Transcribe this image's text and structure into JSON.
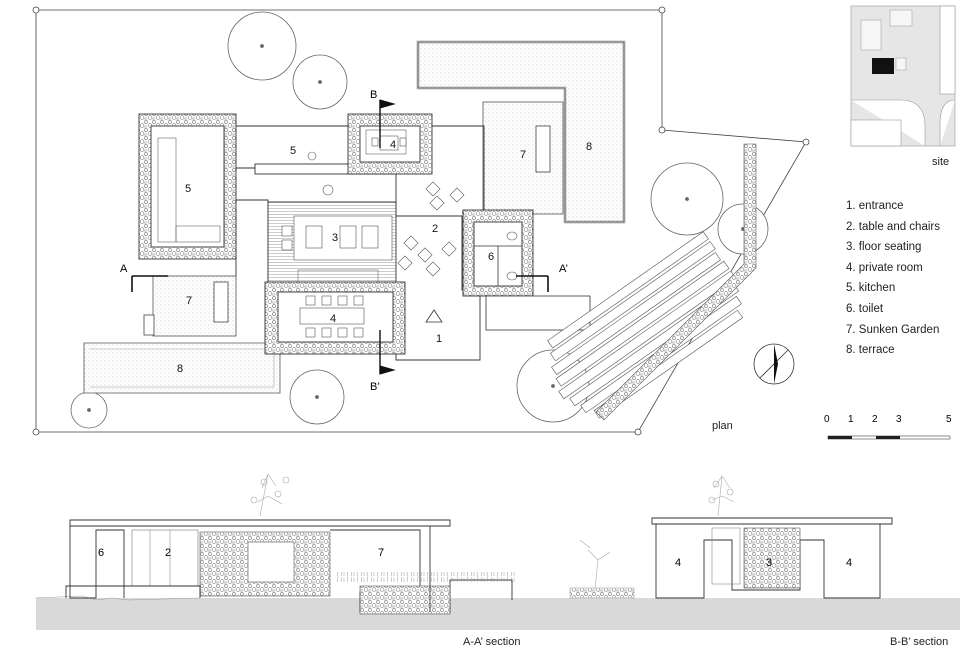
{
  "plan": {
    "caption": "plan",
    "rooms": [
      {
        "label": "1"
      },
      {
        "label": "2"
      },
      {
        "label": "3"
      },
      {
        "label": "4"
      },
      {
        "label": "4"
      },
      {
        "label": "5"
      },
      {
        "label": "5"
      },
      {
        "label": "6"
      },
      {
        "label": "7"
      },
      {
        "label": "7"
      },
      {
        "label": "8"
      },
      {
        "label": "8"
      }
    ],
    "section_marks": {
      "a_left": "A",
      "a_right": "A’",
      "b_top": "B",
      "b_bottom": "B’"
    }
  },
  "site": {
    "caption": "site"
  },
  "legend": {
    "items": [
      "1. entrance",
      "2. table and chairs",
      "3. floor seating",
      "4. private room",
      "5. kitchen",
      "6. toilet",
      "7. Sunken Garden",
      "8. terrace"
    ]
  },
  "scale_bar": {
    "ticks": [
      "0",
      "1",
      "2",
      "3",
      "5"
    ]
  },
  "section_aa": {
    "caption": "A-A’ section",
    "labels": [
      "6",
      "2",
      "7"
    ]
  },
  "section_bb": {
    "caption": "B-B’ section",
    "labels": [
      "4",
      "3",
      "4"
    ]
  }
}
